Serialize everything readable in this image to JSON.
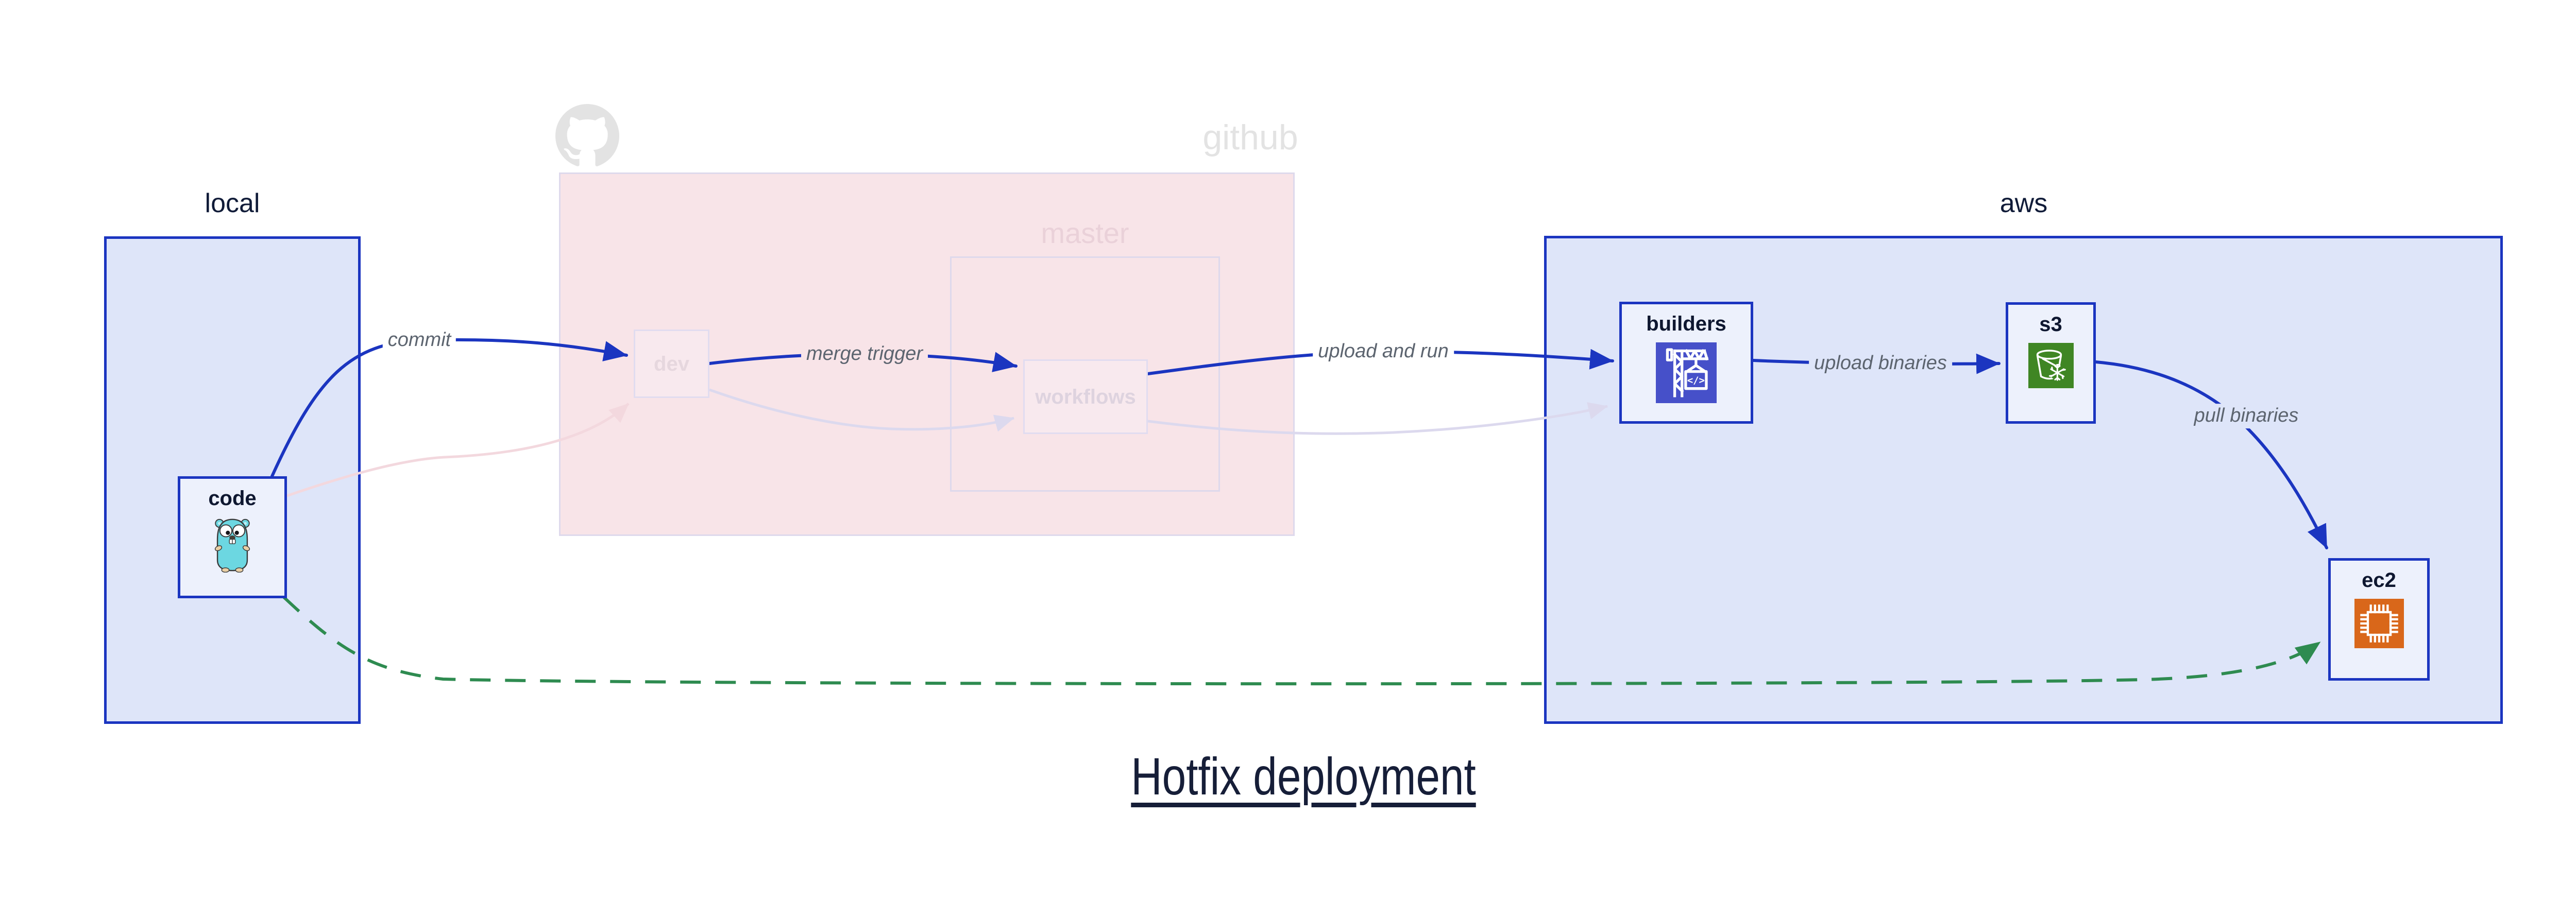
{
  "title": "Hotfix deployment",
  "regions": {
    "local": {
      "label": "local"
    },
    "github": {
      "label": "github"
    },
    "master": {
      "label": "master"
    },
    "aws": {
      "label": "aws"
    }
  },
  "nodes": {
    "code": {
      "label": "code",
      "icon": "gopher-icon"
    },
    "dev": {
      "label": "dev",
      "icon": null
    },
    "workflows": {
      "label": "workflows",
      "icon": null
    },
    "builders": {
      "label": "builders",
      "icon": "codebuild-crane-icon"
    },
    "s3": {
      "label": "s3",
      "icon": "glacier-bucket-icon"
    },
    "ec2": {
      "label": "ec2",
      "icon": "ec2-chip-icon"
    }
  },
  "edges": {
    "commit": {
      "label": "commit",
      "from": "code",
      "to": "dev",
      "style": "solid-blue"
    },
    "merge_trigger": {
      "label": "merge trigger",
      "from": "dev",
      "to": "workflows",
      "style": "solid-blue"
    },
    "upload_and_run": {
      "label": "upload and run",
      "from": "workflows",
      "to": "builders",
      "style": "solid-blue"
    },
    "upload_binaries": {
      "label": "upload binaries",
      "from": "builders",
      "to": "s3",
      "style": "solid-blue"
    },
    "pull_binaries": {
      "label": "pull binaries",
      "from": "s3",
      "to": "ec2",
      "style": "solid-blue"
    },
    "hotfix": {
      "label": "",
      "from": "code",
      "to": "ec2",
      "style": "dashed-green"
    },
    "faded_commit": {
      "label": "",
      "from": "code",
      "to": "dev",
      "style": "faded-pink"
    },
    "faded_merge": {
      "label": "",
      "from": "dev",
      "to": "workflows",
      "style": "faded-lavender"
    },
    "faded_run": {
      "label": "",
      "from": "workflows",
      "to": "builders",
      "style": "faded-lavender"
    }
  },
  "watermarks": {
    "octocat": "octocat-icon"
  },
  "colors": {
    "edge_blue": "#1b35c0",
    "hotfix_green": "#2e8b50",
    "region_fill_blue": "#dee5f9",
    "region_fill_pink": "#f8e4e8",
    "node_fill": "#edf1fc",
    "codebuild_indigo": "#4650c9",
    "s3_green": "#3f8624",
    "ec2_orange": "#d9671a",
    "gopher_teal": "#6cd7e1",
    "faded_pink_edge": "#f3d8de",
    "faded_lavender_edge": "#dcd9ee",
    "edge_label_gray": "#5c646f",
    "watermark_gray": "#e3e3e3",
    "title_navy": "#161e38"
  }
}
